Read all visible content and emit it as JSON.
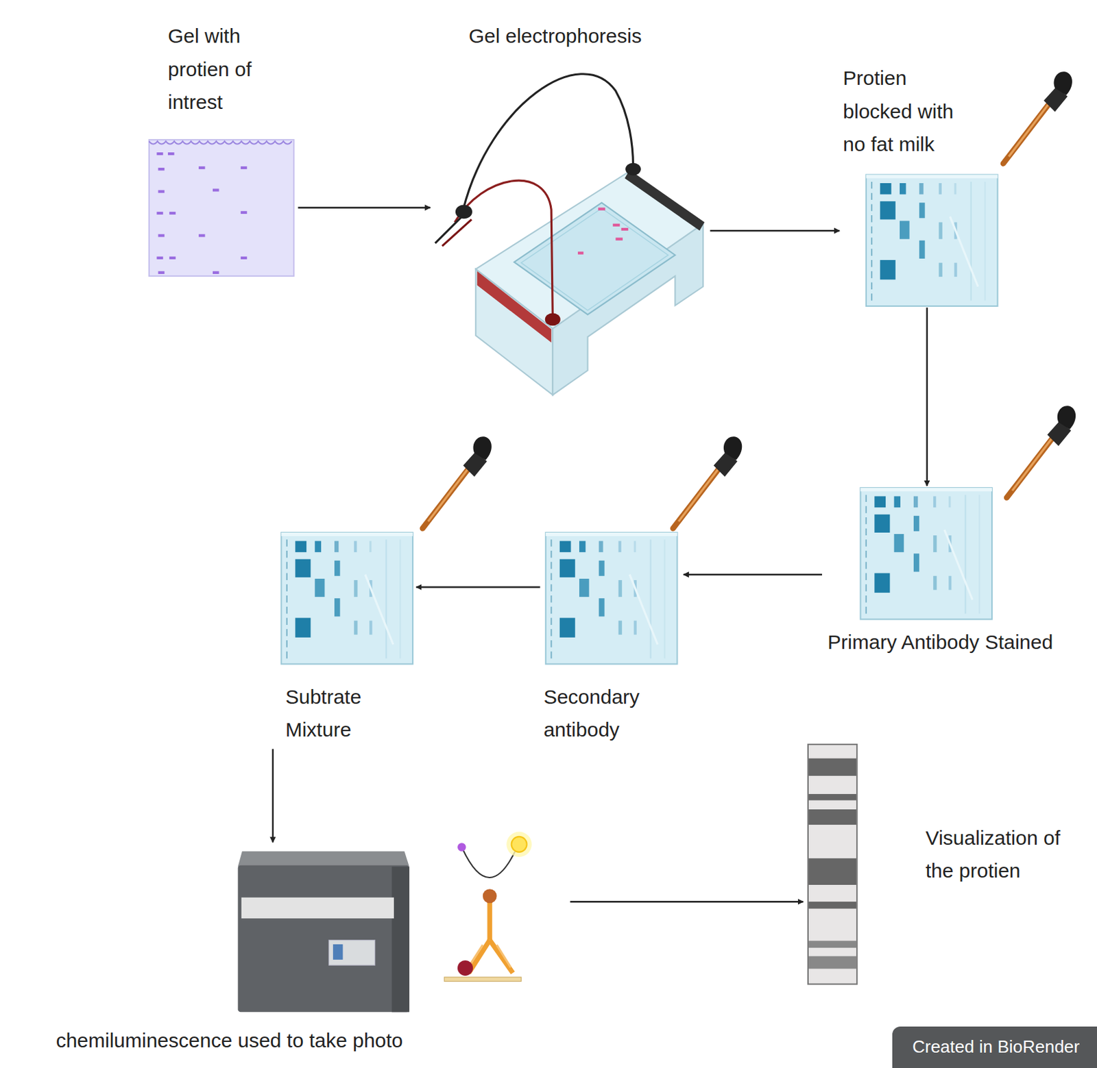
{
  "diagram": {
    "nodes": [
      {
        "text": [
          "Gel with protien of intrest"
        ]
      },
      {
        "text": [
          "Gel electrophoresis"
        ]
      },
      {
        "text": [
          "Protien blocked with no fat milk"
        ]
      },
      {
        "text": [
          "Primary Antibody Stained"
        ]
      },
      {
        "text": [
          "Secondary antibody"
        ]
      },
      {
        "text": [
          "Subtrate Mixture"
        ]
      },
      {
        "text": [
          "chemiluminescence used to take photo"
        ]
      },
      {
        "text": [
          "Visualization of the protien"
        ]
      }
    ],
    "edges": [
      {
        "from": 0,
        "to": 1,
        "arrow": "to"
      },
      {
        "from": 1,
        "to": 2,
        "arrow": "to"
      },
      {
        "from": 2,
        "to": 3,
        "arrow": "to"
      },
      {
        "from": 3,
        "to": 4,
        "arrow": "to"
      },
      {
        "from": 4,
        "to": 5,
        "arrow": "to"
      },
      {
        "from": 5,
        "to": 6,
        "arrow": "to"
      },
      {
        "from": 6,
        "to": 7,
        "arrow": "to"
      }
    ],
    "labels": [
      "Created in BioRender"
    ]
  }
}
